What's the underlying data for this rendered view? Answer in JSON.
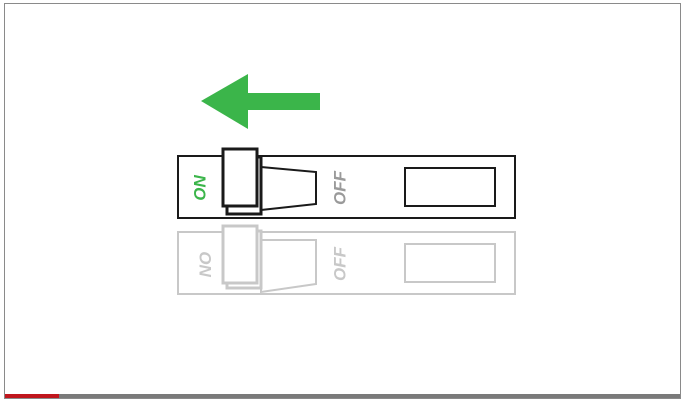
{
  "diagram": {
    "on_label": "ON",
    "off_label": "OFF",
    "arrow_direction": "left",
    "active_position": "ON",
    "colors": {
      "arrow": "#3bb54a",
      "on_label": "#3bb54a",
      "off_label": "#9a9a9a",
      "outline": "#1a1a1a",
      "ghost": "#c8c8c8"
    }
  },
  "progress": {
    "fraction": 0.08,
    "fill_color": "#c0161d",
    "track_color": "#7a7a7a"
  }
}
